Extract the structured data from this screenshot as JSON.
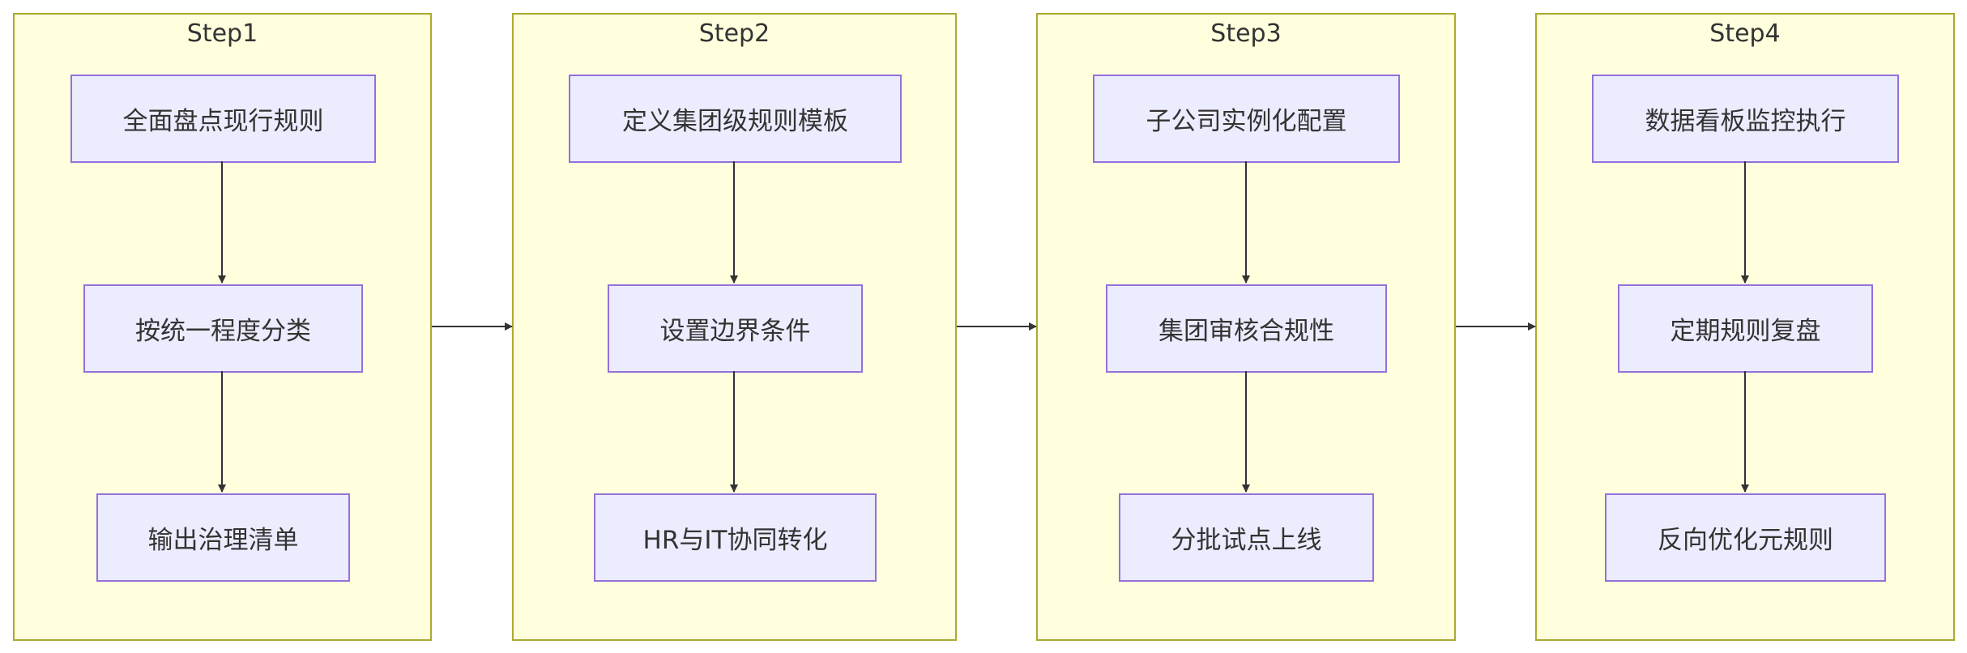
{
  "colors": {
    "cluster_fill": "#ffffde",
    "cluster_border": "#aaaa33",
    "node_fill": "#ececff",
    "node_border": "#9370db",
    "edge": "#333333",
    "text": "#333333"
  },
  "steps": [
    {
      "title": "Step1",
      "nodes": [
        "全面盘点现行规则",
        "按统一程度分类",
        "输出治理清单"
      ]
    },
    {
      "title": "Step2",
      "nodes": [
        "定义集团级规则模板",
        "设置边界条件",
        "HR与IT协同转化"
      ]
    },
    {
      "title": "Step3",
      "nodes": [
        "子公司实例化配置",
        "集团审核合规性",
        "分批试点上线"
      ]
    },
    {
      "title": "Step4",
      "nodes": [
        "数据看板监控执行",
        "定期规则复盘",
        "反向优化元规则"
      ]
    }
  ]
}
